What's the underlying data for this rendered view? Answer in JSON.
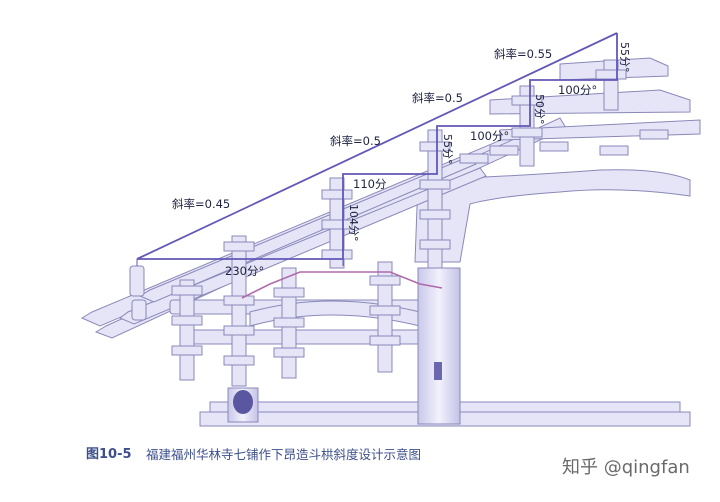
{
  "figure": {
    "caption_number": "图10-5",
    "caption_text": "福建福州华林寺七铺作下昂造斗栱斜度设计示意图",
    "watermark": "知乎 @qingfan"
  },
  "annotations": {
    "slope_1": "斜率=0.45",
    "slope_2": "斜率=0.5",
    "slope_3": "斜率=0.5",
    "slope_4": "斜率=0.55",
    "dim_230": "230分°",
    "dim_110": "110分",
    "dim_104": "104分°",
    "dim_100_lower": "100分°",
    "dim_55_lower": "55分°",
    "dim_100_upper": "100分°",
    "dim_50": "50分°",
    "dim_55_upper": "55分°"
  },
  "colors": {
    "wood": "#e6e5f7",
    "wood_stroke": "#8a88b8",
    "dim_line": "#6258b8",
    "accent": "#b06aa8"
  }
}
